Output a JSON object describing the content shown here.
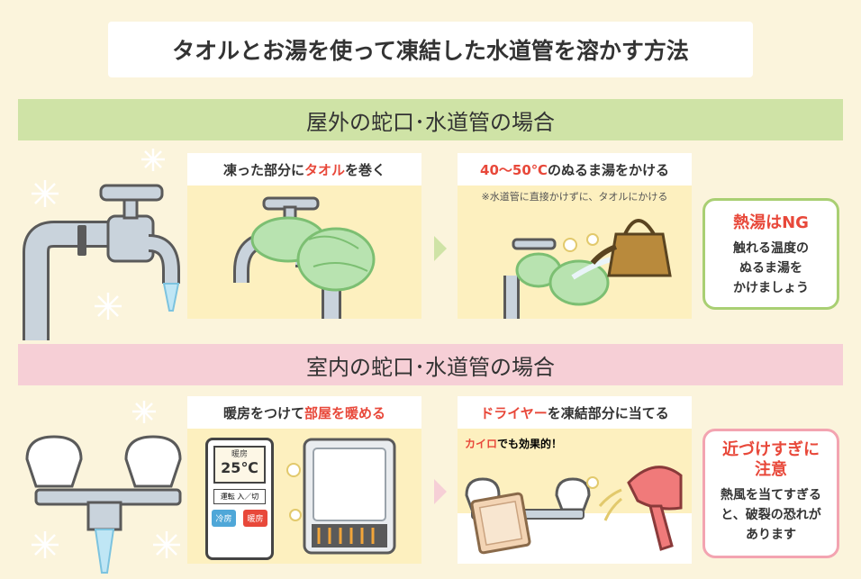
{
  "header": {
    "title": "タオルとお湯を使って凍結した水道管を溶かす方法"
  },
  "outdoor": {
    "heading": "屋外の蛇口･水道管の場合",
    "step1": {
      "pre": "凍った部分に",
      "highlight": "タオル",
      "post": "を巻く"
    },
    "step2": {
      "highlight": "40～50℃",
      "post": "のぬるま湯をかける",
      "note": "※水道管に直接かけずに、タオルにかける"
    },
    "bubble": {
      "title": "熱湯はNG",
      "lines": [
        "触れる温度の",
        "ぬるま湯を",
        "かけましょう"
      ]
    }
  },
  "indoor": {
    "heading": "室内の蛇口･水道管の場合",
    "step1": {
      "pre": "暖房をつけて",
      "highlight": "部屋を暖める",
      "post": ""
    },
    "step2": {
      "highlight": "ドライヤー",
      "post": "を凍結部分に当てる",
      "sub_highlight": "カイロ",
      "sub_post": "でも効果的！"
    },
    "remote": {
      "label": "暖房",
      "temp": "25℃",
      "mode": "運転 入／切",
      "cool": "冷房",
      "heat": "暖房"
    },
    "bubble": {
      "title_lines": [
        "近づけすぎに",
        "注意"
      ],
      "lines": [
        "熱風を当てすぎる",
        "と、破裂の恐れが",
        "あります"
      ]
    }
  },
  "colors": {
    "background": "#fbf4dc",
    "green_band": "#cfe3a6",
    "pink_band": "#f6cfd6",
    "panel": "#fdf0bf",
    "accent_red": "#e8483a"
  }
}
